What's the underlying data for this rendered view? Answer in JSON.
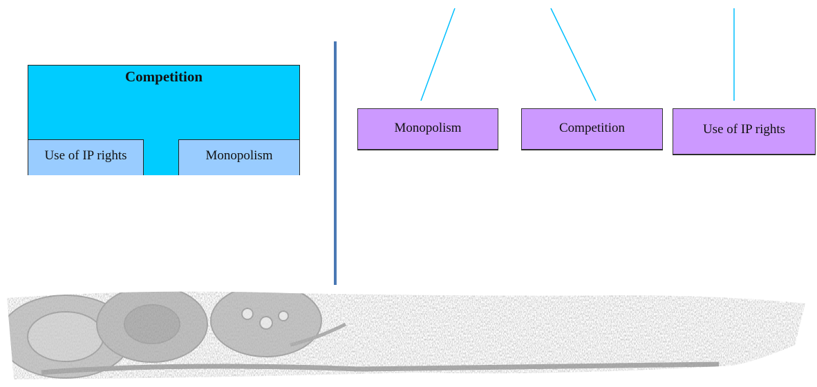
{
  "colors": {
    "cyan": "#00ccff",
    "lightblue": "#99ccff",
    "violet": "#cc99ff",
    "connector": "#00bfff"
  },
  "left": {
    "outer_title": "Competition",
    "inner_left": "Use of IP rights",
    "inner_right": "Monopolism"
  },
  "right": {
    "nodes": [
      "Monopolism",
      "Competition",
      "Use of IP rights"
    ]
  },
  "decor": {
    "texture": "grey-etched-gears-band"
  }
}
